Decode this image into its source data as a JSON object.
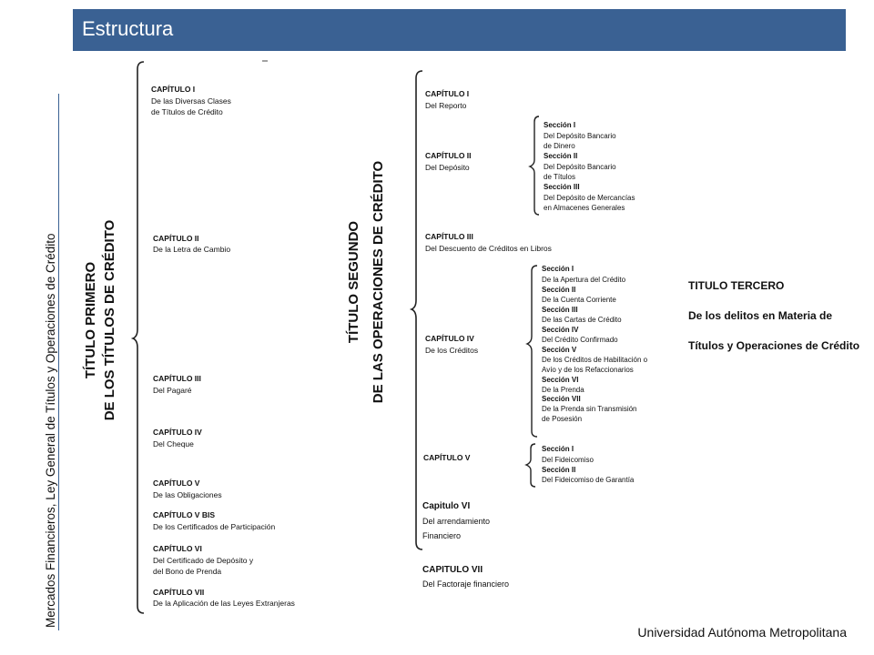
{
  "header": {
    "title": "Estructura"
  },
  "side_label": "Mercados Financieros, Ley General de Títulos y Operaciones de Crédito",
  "footer": "Universidad Autónoma Metropolitana",
  "titulo_primero": {
    "line1": "TÍTULO PRIMERO",
    "line2": "DE LOS TÍTULOS DE CRÉDITO",
    "capitulos": [
      {
        "name": "CAPÍTULO I",
        "desc": [
          "De las Diversas Clases",
          "de Títulos de Crédito"
        ]
      },
      {
        "name": "CAPÍTULO II",
        "desc": [
          "De la Letra de Cambio"
        ]
      },
      {
        "name": "CAPÍTULO III",
        "desc": [
          "Del Pagaré"
        ]
      },
      {
        "name": "CAPÍTULO IV",
        "desc": [
          "Del Cheque"
        ]
      },
      {
        "name": "CAPÍTULO V",
        "desc": [
          "De las Obligaciones"
        ]
      },
      {
        "name": "CAPÍTULO V BIS",
        "desc": [
          "De los Certificados de Participación"
        ]
      },
      {
        "name": "CAPÍTULO VI",
        "desc": [
          "Del Certificado de Depósito y",
          "del Bono de Prenda"
        ]
      },
      {
        "name": "CAPÍTULO VII",
        "desc": [
          "De la Aplicación de las Leyes Extranjeras"
        ]
      }
    ]
  },
  "titulo_segundo": {
    "line1": "TÍTULO SEGUNDO",
    "line2": "DE LAS OPERACIONES DE CRÉDITO",
    "capitulos": [
      {
        "name": "CAPÍTULO I",
        "desc": [
          "Del Reporto"
        ]
      },
      {
        "name": "CAPÍTULO II",
        "desc": [
          "Del Depósito"
        ],
        "secciones": [
          {
            "name": "Sección I",
            "desc": [
              "Del Depósito Bancario",
              "de Dinero"
            ]
          },
          {
            "name": "Sección II",
            "desc": [
              "Del Depósito Bancario",
              "de Títulos"
            ]
          },
          {
            "name": "Sección III",
            "desc": [
              "Del Depósito de Mercancías",
              "en Almacenes Generales"
            ]
          }
        ]
      },
      {
        "name": "CAPÍTULO III",
        "desc": [
          "Del Descuento de Créditos en Libros"
        ]
      },
      {
        "name": "CAPÍTULO IV",
        "desc": [
          "De los Créditos"
        ],
        "secciones": [
          {
            "name": "Sección I",
            "desc": [
              "De la Apertura del Crédito"
            ]
          },
          {
            "name": "Sección II",
            "desc": [
              "De la Cuenta Corriente"
            ]
          },
          {
            "name": "Sección III",
            "desc": [
              "De las Cartas de Crédito"
            ]
          },
          {
            "name": "Sección IV",
            "desc": [
              "Del Crédito Confirmado"
            ]
          },
          {
            "name": "Sección V",
            "desc": [
              "De los Créditos de Habilitación o",
              "Avío y de los Refaccionarios"
            ]
          },
          {
            "name": "Sección VI",
            "desc": [
              "De la Prenda"
            ]
          },
          {
            "name": "Sección VII",
            "desc": [
              "De la Prenda sin Transmisión",
              "de Posesión"
            ]
          }
        ]
      },
      {
        "name": "CAPÍTULO V",
        "desc": [],
        "secciones": [
          {
            "name": "Sección I",
            "desc": [
              "Del Fideicomiso"
            ]
          },
          {
            "name": "Sección II",
            "desc": [
              "Del Fideicomiso de Garantía"
            ]
          }
        ]
      },
      {
        "name": "Capitulo VI",
        "desc": [
          "Del arrendamiento",
          "Financiero"
        ]
      },
      {
        "name": "CAPITULO VII",
        "desc": [
          "Del Factoraje financiero"
        ]
      }
    ]
  },
  "titulo_tercero": {
    "lines": [
      "TITULO TERCERO",
      "De los delitos en Materia de",
      "Títulos y Operaciones de Crédito"
    ]
  }
}
